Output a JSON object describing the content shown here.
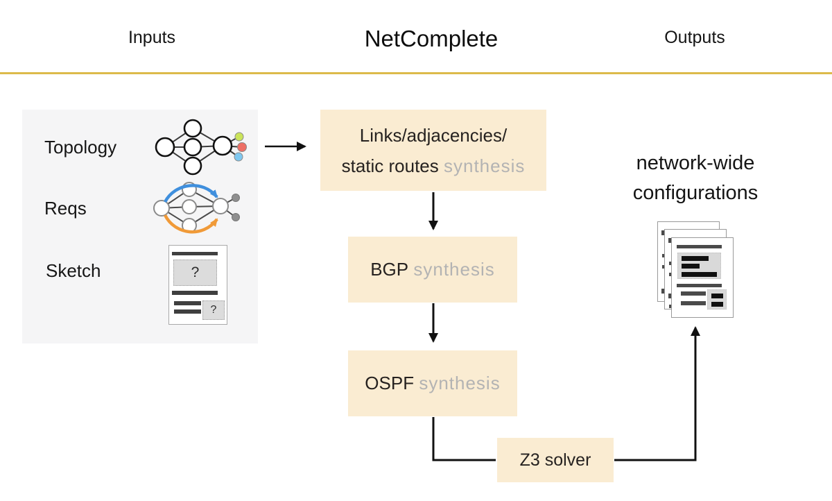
{
  "header": {
    "inputs": "Inputs",
    "title": "NetComplete",
    "outputs": "Outputs"
  },
  "inputs_panel": {
    "topology_label": "Topology",
    "reqs_label": "Reqs",
    "sketch_label": "Sketch",
    "sketch_question_1": "?",
    "sketch_question_2": "?",
    "icons": {
      "topology": "network-topology-graph-icon",
      "reqs": "requirements-paths-graph-icon",
      "sketch": "config-sketch-document-icon"
    }
  },
  "pipeline": {
    "stage1_line1": "Links/adjacencies/",
    "stage1_line2_strong": "static routes",
    "stage1_line2_muted": "synthesis",
    "stage2_strong": "BGP",
    "stage2_muted": "synthesis",
    "stage3_strong": "OSPF",
    "stage3_muted": "synthesis",
    "solver_label": "Z3 solver"
  },
  "outputs": {
    "caption_line1": "network-wide",
    "caption_line2": "configurations",
    "icon": "config-files-stack-icon"
  },
  "colors": {
    "stage_box_fill": "#faecd2",
    "muted_text": "#b3b3b3",
    "accent_rule": "#dcba4a",
    "inputs_panel_fill": "#f5f5f6",
    "req_arrow_blue": "#3f8fdd",
    "req_arrow_orange": "#f09a38",
    "topology_leaf_green": "#cbe45a",
    "topology_leaf_red": "#ee6f65",
    "topology_leaf_blue": "#7fc8f0",
    "connector_black": "#111111"
  }
}
